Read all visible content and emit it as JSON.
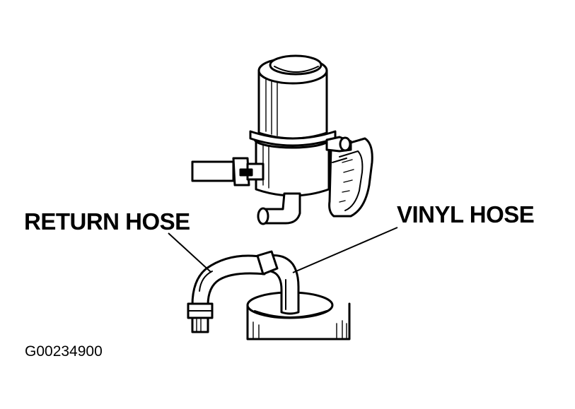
{
  "labels": {
    "return_hose": "RETURN HOSE",
    "vinyl_hose": "VINYL HOSE"
  },
  "figure_id": "G00234900",
  "colors": {
    "ink": "#000000",
    "paper": "#ffffff"
  }
}
